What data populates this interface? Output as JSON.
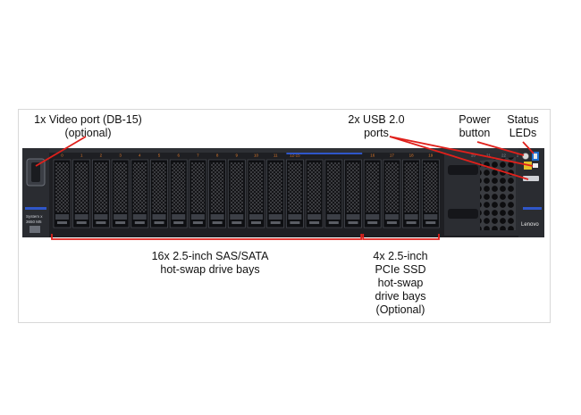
{
  "labels": {
    "video_port": [
      "1x Video port (DB-15)",
      "(optional)"
    ],
    "usb": [
      "2x USB 2.0",
      "ports"
    ],
    "power": [
      "Power",
      "button"
    ],
    "status": [
      "Status",
      "LEDs"
    ],
    "sas_bays": [
      "16x 2.5-inch SAS/SATA",
      "hot-swap drive bays"
    ],
    "pcie_bays": [
      "4x 2.5-inch",
      "PCIe SSD",
      "hot-swap",
      "drive bays",
      "(Optional)"
    ]
  },
  "chassis": {
    "bay_numbers": [
      "0",
      "1",
      "2",
      "3",
      "4",
      "5",
      "6",
      "7",
      "8",
      "9",
      "10",
      "11",
      "12-15",
      "",
      "",
      "",
      "16",
      "17",
      "18",
      "19"
    ],
    "right_bay_numbers": [
      "20",
      "21",
      "22",
      "23"
    ],
    "brand": "Lenovo",
    "model_badge": [
      "System x",
      "3650 M5"
    ]
  },
  "colors": {
    "callout": "#e0201b",
    "chassis": "#1e1f23",
    "bay_number": "#e07a2a",
    "frame": "#d8d8d8"
  }
}
